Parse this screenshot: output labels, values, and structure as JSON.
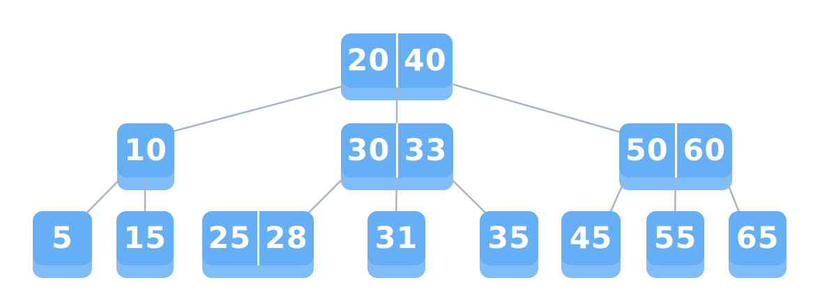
{
  "colors": {
    "node_fill": "#64AFF6",
    "node_shadow": "#7FBDF8",
    "key_text": "#FFFFFF",
    "divider": "#FFFFFF",
    "edge_line": "#A7B4C4",
    "background": "#FFFFFF"
  },
  "tree": {
    "type": "b-tree",
    "nodes": [
      {
        "id": "20-40",
        "keys": [
          "20",
          "40"
        ],
        "level": 0
      },
      {
        "id": "10",
        "keys": [
          "10"
        ],
        "level": 1
      },
      {
        "id": "30-33",
        "keys": [
          "30",
          "33"
        ],
        "level": 1
      },
      {
        "id": "50-60",
        "keys": [
          "50",
          "60"
        ],
        "level": 1
      },
      {
        "id": "5",
        "keys": [
          "5"
        ],
        "level": 2
      },
      {
        "id": "15",
        "keys": [
          "15"
        ],
        "level": 2
      },
      {
        "id": "25-28",
        "keys": [
          "25",
          "28"
        ],
        "level": 2
      },
      {
        "id": "31",
        "keys": [
          "31"
        ],
        "level": 2
      },
      {
        "id": "35",
        "keys": [
          "35"
        ],
        "level": 2
      },
      {
        "id": "45",
        "keys": [
          "45"
        ],
        "level": 2
      },
      {
        "id": "55",
        "keys": [
          "55"
        ],
        "level": 2
      },
      {
        "id": "65",
        "keys": [
          "65"
        ],
        "level": 2
      }
    ],
    "edges": [
      {
        "from": "20-40",
        "to": "10"
      },
      {
        "from": "20-40",
        "to": "30-33"
      },
      {
        "from": "20-40",
        "to": "50-60"
      },
      {
        "from": "10",
        "to": "5"
      },
      {
        "from": "10",
        "to": "15"
      },
      {
        "from": "30-33",
        "to": "25-28"
      },
      {
        "from": "30-33",
        "to": "31"
      },
      {
        "from": "30-33",
        "to": "35"
      },
      {
        "from": "50-60",
        "to": "45"
      },
      {
        "from": "50-60",
        "to": "55"
      },
      {
        "from": "50-60",
        "to": "65"
      }
    ]
  }
}
